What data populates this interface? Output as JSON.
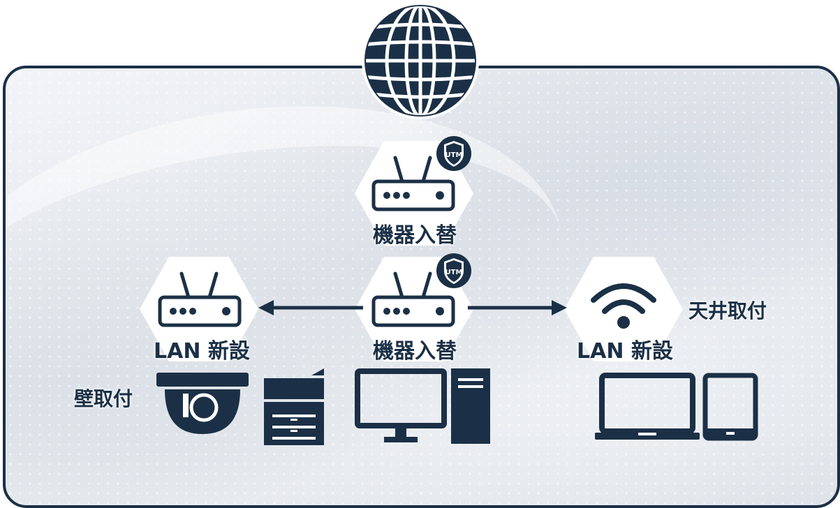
{
  "colors": {
    "navy": "#1b3046",
    "white": "#ffffff",
    "hex_fill": "#ffffff"
  },
  "icons": {
    "internet": "globe-icon",
    "router": "router-icon",
    "utm_badge": "utm-shield-icon",
    "wifi": "wifi-access-point-icon",
    "camera": "dome-camera-icon",
    "printer": "multifunction-printer-icon",
    "desktop": "desktop-pc-icon",
    "laptop": "laptop-icon",
    "tablet": "tablet-icon"
  },
  "nodes": {
    "utm_router_top": {
      "label": "機器入替",
      "badge": "UTM"
    },
    "utm_router_center": {
      "label": "機器入替",
      "badge": "UTM"
    },
    "router_left": {
      "label": "LAN 新設"
    },
    "wifi_right": {
      "label": "LAN 新設"
    }
  },
  "notes": {
    "wall_mount": "壁取付",
    "ceiling_mount": "天井取付"
  }
}
